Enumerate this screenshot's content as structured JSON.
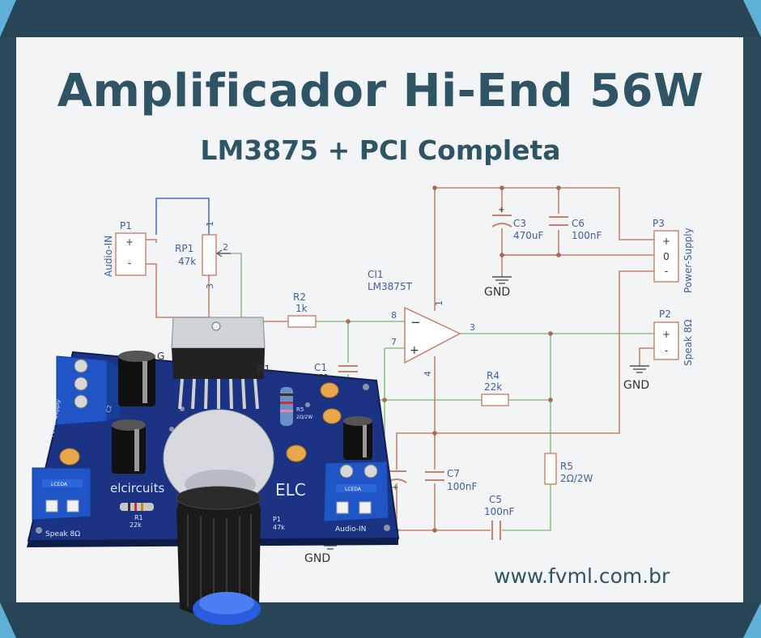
{
  "header": {
    "title": "Amplificador Hi-End 56W",
    "subtitle": "LM3875 + PCI Completa"
  },
  "footer": {
    "website": "www.fvml.com.br"
  },
  "colors": {
    "frame": "#274556",
    "accent": "#5fb0d6",
    "text": "#2e5466",
    "wire_red": "#c8826a",
    "wire_green": "#8dc08a",
    "wire_blue": "#4a73c0",
    "board": "#1a2f7a"
  },
  "schematic": {
    "p1": {
      "ref": "P1",
      "label": "Audio-IN",
      "pins": [
        "+",
        "-"
      ]
    },
    "rp1": {
      "ref": "RP1",
      "value": "47k",
      "pins": [
        "1",
        "2",
        "3"
      ]
    },
    "r2": {
      "ref": "R2",
      "value": "1k"
    },
    "c1": {
      "ref": "C1"
    },
    "ci1": {
      "ref": "CI1",
      "value": "LM3875T",
      "pins": [
        "8",
        "7",
        "3",
        "1",
        "4"
      ]
    },
    "c3": {
      "ref": "C3",
      "value": "470uF"
    },
    "c6": {
      "ref": "C6",
      "value": "100nF"
    },
    "p3": {
      "ref": "P3",
      "label": "Power-Supply",
      "pins": [
        "+",
        "0",
        "-"
      ]
    },
    "p2": {
      "ref": "P2",
      "label": "Speak 8Ω",
      "pins": [
        "+",
        "-"
      ]
    },
    "r4": {
      "ref": "R4",
      "value": "22k"
    },
    "r5": {
      "ref": "R5",
      "value": "2Ω/2W"
    },
    "c7": {
      "ref": "C7",
      "value": "100nF"
    },
    "c5": {
      "ref": "C5",
      "value": "100nF"
    },
    "gnd": "GND"
  },
  "pcb": {
    "brand": "elcircuits",
    "logo": "ELC",
    "speak_label": "Speak 8Ω",
    "audio_in_label": "Audio-IN",
    "power_label": "Power-Supply",
    "r1_label": "R1",
    "r1_value": "22k",
    "r1_top": "R1",
    "p1_label": "P1",
    "p1_value": "47k",
    "c2_label": "C2",
    "r5_label": "R5",
    "r5_value": "2Ω/2W",
    "c1_label": "C1",
    "connector_label": "LCEDA",
    "gnd_partial": "G"
  }
}
